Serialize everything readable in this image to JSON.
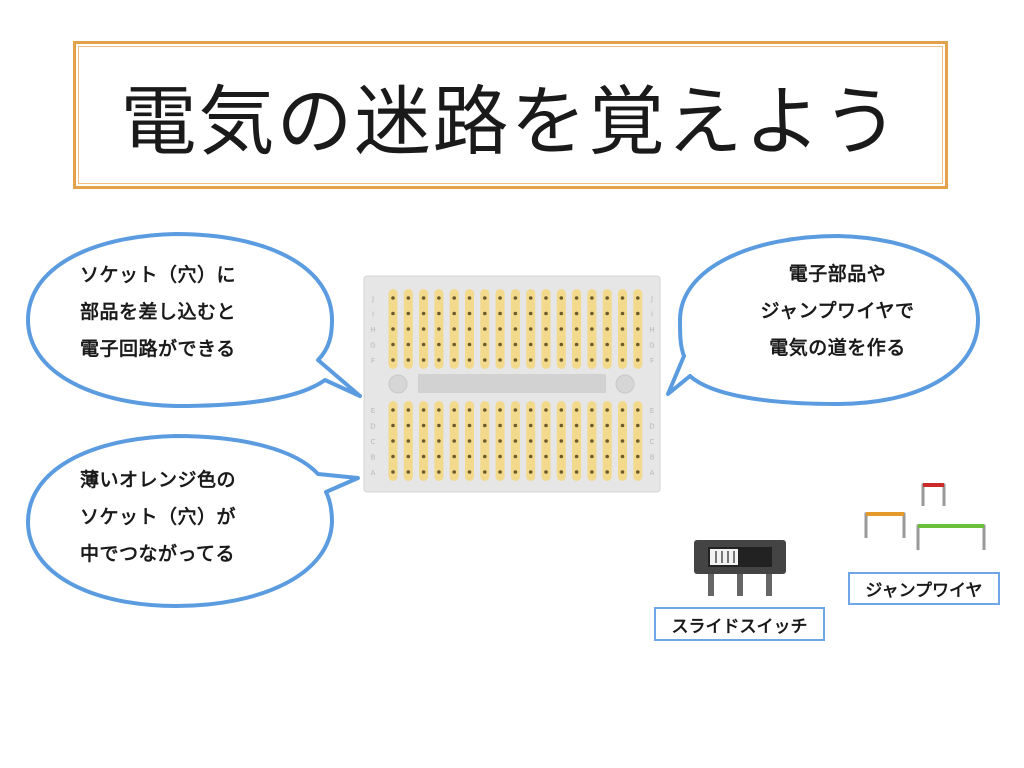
{
  "title": "電気の迷路を覚えよう",
  "bubbles": {
    "left_top": [
      "ソケット（穴）に",
      "部品を差し込むと",
      "電子回路ができる"
    ],
    "right": [
      "電子部品や",
      "ジャンプワイヤで",
      "電気の道を作る"
    ],
    "left_bottom": [
      "薄いオレンジ色の",
      "ソケット（穴）が",
      "中でつながってる"
    ]
  },
  "labels": {
    "slide_switch": "スライドスイッチ",
    "jump_wire": "ジャンプワイヤ"
  },
  "breadboard": {
    "columns": 17,
    "row_letters_top": [
      "J",
      "I",
      "H",
      "G",
      "F"
    ],
    "row_letters_bottom": [
      "E",
      "D",
      "C",
      "B",
      "A"
    ],
    "socket_color": "#f2d98c",
    "body_color": "#e6e6e6"
  },
  "colors": {
    "title_border": "#e3a24a",
    "bubble_stroke": "#5b9be0",
    "label_border": "#6fa6e6",
    "wire_red": "#cc2a2a",
    "wire_orange": "#e39a2a",
    "wire_green": "#6cbf3a",
    "wire_legs": "#999999"
  }
}
